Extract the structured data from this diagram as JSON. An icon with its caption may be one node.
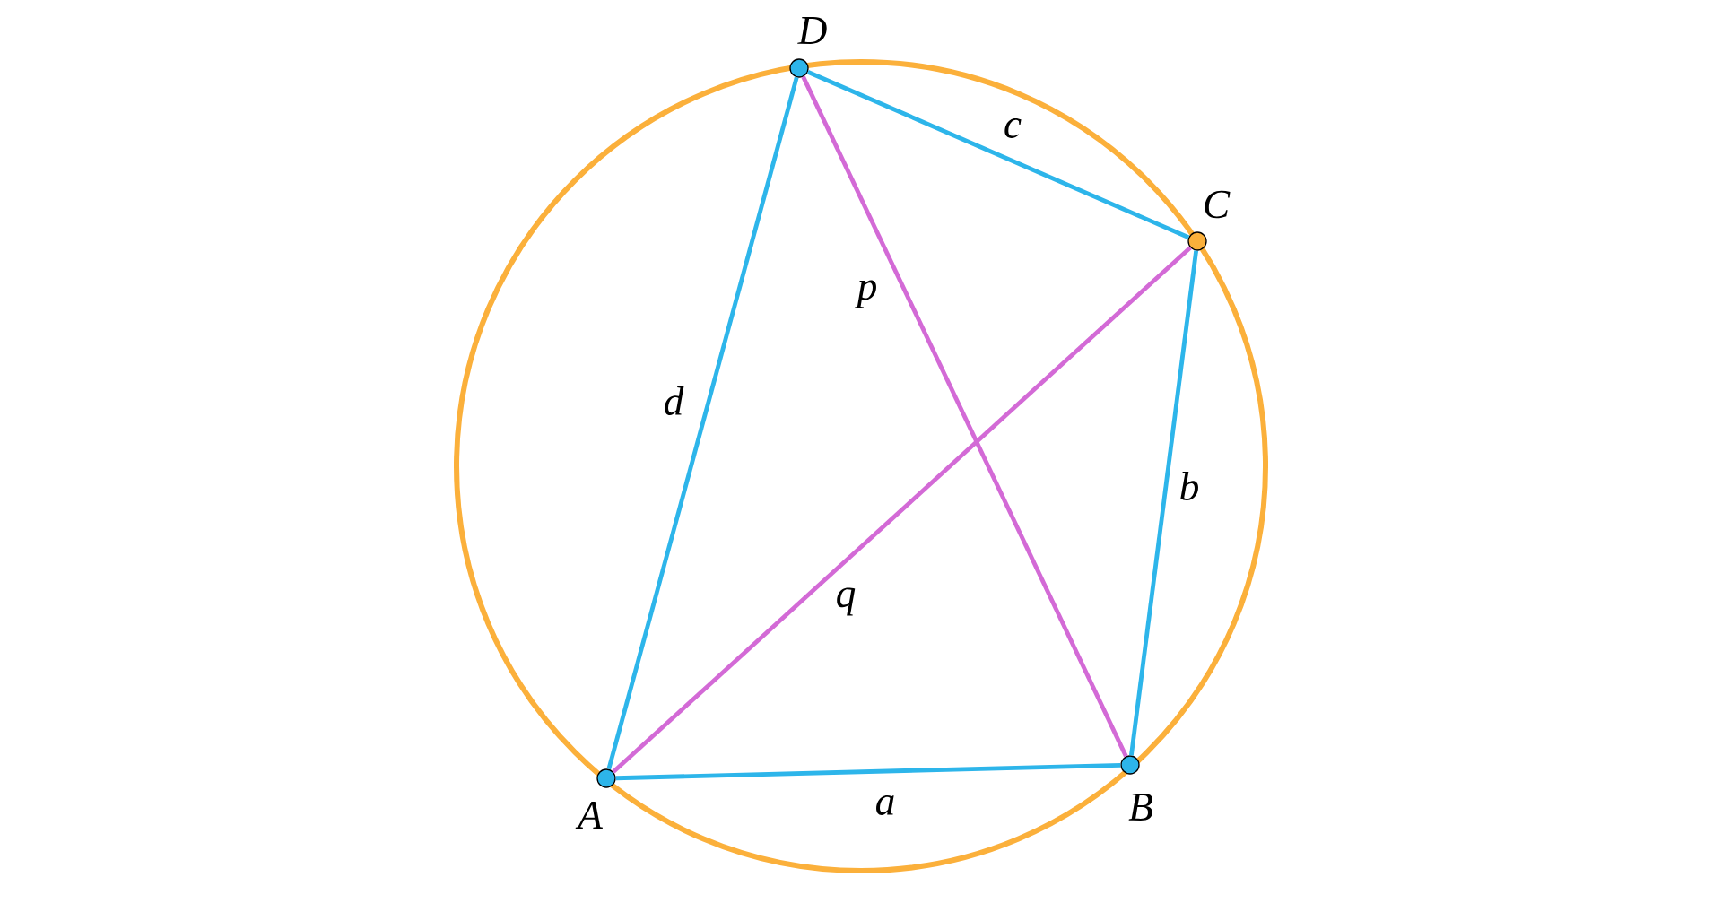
{
  "diagram": {
    "nodes": [
      {
        "text": [],
        "shape": "circle",
        "beside": [
          "A"
        ]
      },
      {
        "text": [],
        "shape": "circle",
        "beside": [
          "B"
        ]
      },
      {
        "text": [],
        "shape": "circle",
        "beside": [
          "C"
        ]
      },
      {
        "text": [],
        "shape": "circle",
        "beside": [
          "D"
        ]
      }
    ],
    "edges": [
      {
        "from": 0,
        "to": 1,
        "arrow": "none",
        "label": "a"
      },
      {
        "from": 1,
        "to": 2,
        "arrow": "none",
        "label": "b"
      },
      {
        "from": 2,
        "to": 3,
        "arrow": "none",
        "label": "c"
      },
      {
        "from": 3,
        "to": 0,
        "arrow": "none",
        "label": "d"
      },
      {
        "from": 3,
        "to": 1,
        "arrow": "none",
        "label": "p",
        "color": "#d36ad6"
      },
      {
        "from": 0,
        "to": 2,
        "arrow": "none",
        "label": "q",
        "color": "#d36ad6"
      }
    ]
  }
}
